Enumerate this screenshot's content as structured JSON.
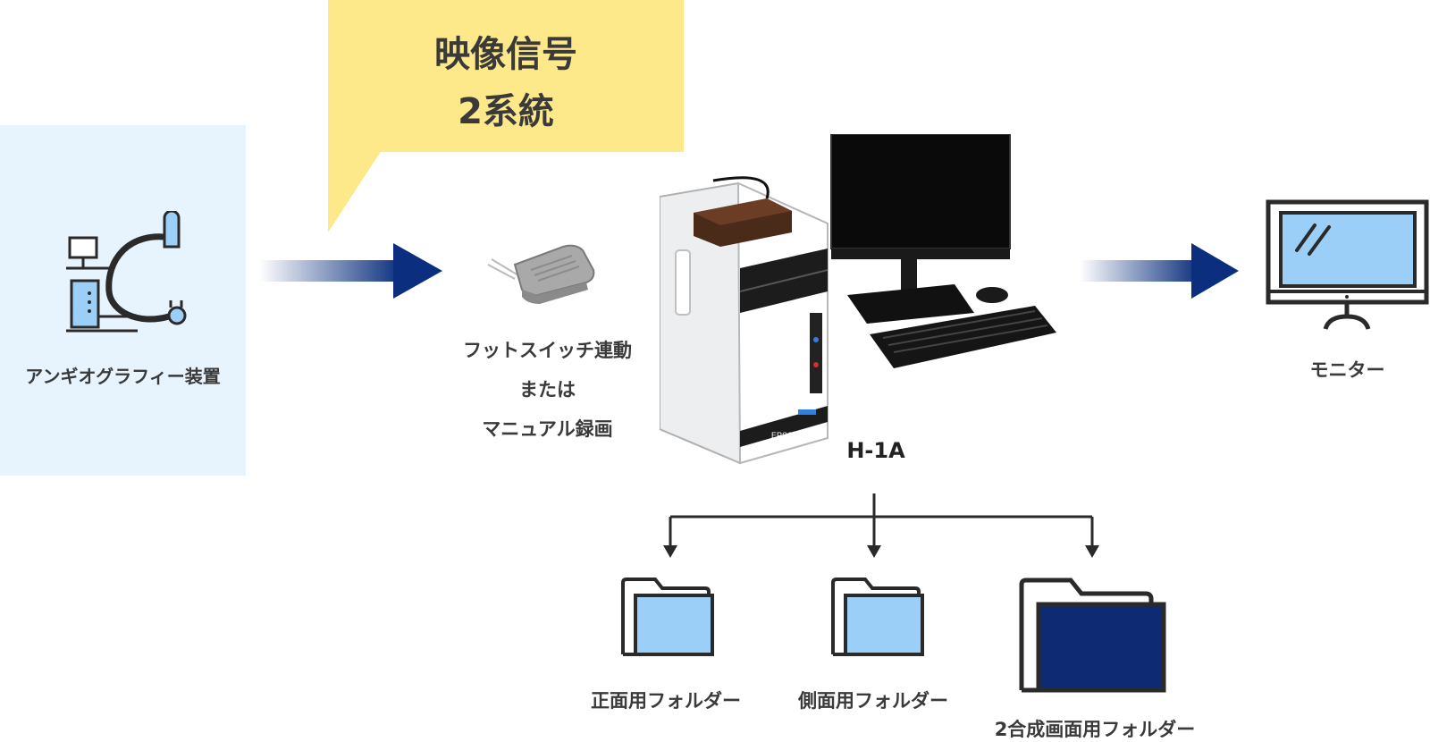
{
  "callout": {
    "line1": "映像信号",
    "line2": "2系統"
  },
  "source": {
    "label": "アンギオグラフィー装置",
    "icon": "angiography-device-icon"
  },
  "foot_switch": {
    "line1": "フットスイッチ連動",
    "line2": "または",
    "line3": "マニュアル録画",
    "icon": "foot-switch-icon"
  },
  "recorder": {
    "label": "H-1A",
    "icon": "pc-workstation-icon",
    "brand": "EPSON"
  },
  "monitor": {
    "label": "モニター",
    "icon": "monitor-icon"
  },
  "folders": [
    {
      "label": "正面用フォルダー",
      "icon": "folder-light-icon"
    },
    {
      "label": "側面用フォルダー",
      "icon": "folder-light-icon"
    },
    {
      "label": "2合成画面用フォルダー",
      "icon": "folder-dark-icon"
    }
  ],
  "colors": {
    "panel_bg": "#e7f3fd",
    "callout_bg": "#fde88a",
    "arrow": "#0b2f7e",
    "icon_stroke": "#2a2a2a",
    "icon_fill_light": "#9ccff7",
    "folder_dark": "#0e2a72"
  }
}
